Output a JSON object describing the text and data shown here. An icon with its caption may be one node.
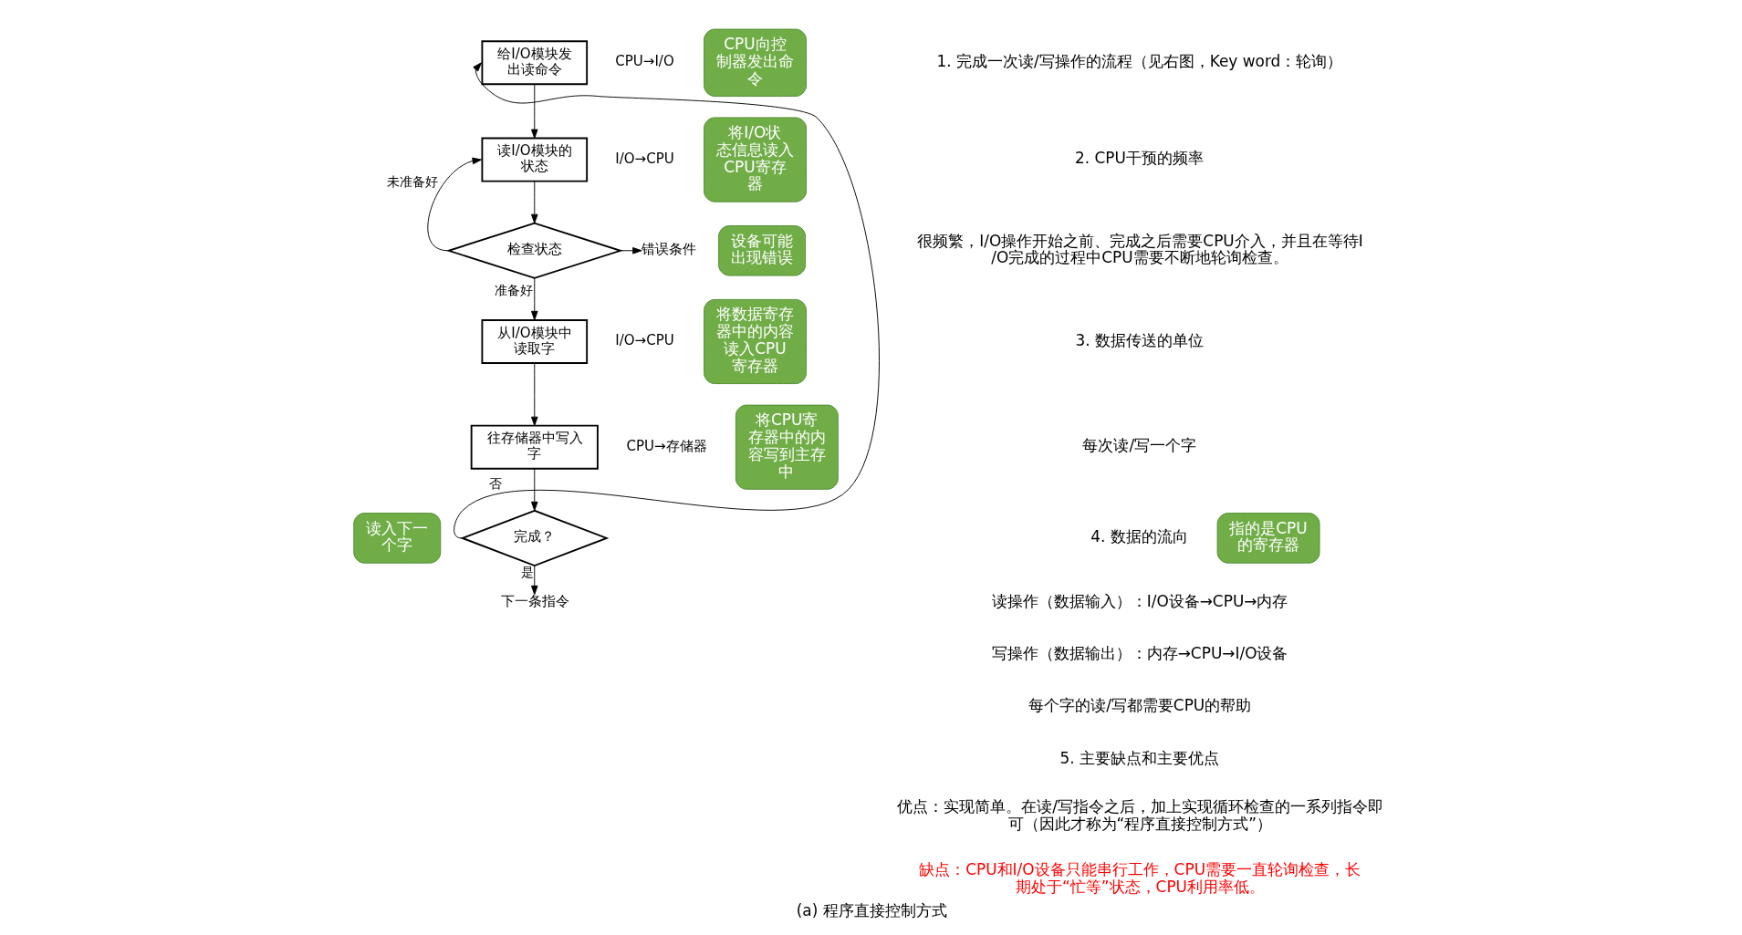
{
  "diagram": {
    "caption": "(a) 程序直接控制方式",
    "nodes": [
      {
        "text": [
          "给I/O模块发出读命令"
        ],
        "beside": [
          "CPU→I/O"
        ]
      },
      {
        "text": [
          "读I/O模块的状态"
        ],
        "beside": [
          "I/O→CPU"
        ]
      },
      {
        "text": [
          "检查状态"
        ]
      },
      {
        "text": [
          "从I/O模块中读取字"
        ],
        "beside": [
          "I/O→CPU"
        ]
      },
      {
        "text": [
          "往存储器中写入字"
        ],
        "beside": [
          "CPU→存储器"
        ]
      },
      {
        "text": [
          "完成？"
        ]
      },
      {
        "text": [
          "下一条指令"
        ]
      },
      {
        "text": [
          "错误条件"
        ]
      },
      {
        "text": [
          "CPU向控制器发出命令"
        ]
      },
      {
        "text": [
          "将I/O状态信息读入CPU寄存器"
        ]
      },
      {
        "text": [
          "设备可能出现错误"
        ]
      },
      {
        "text": [
          "将数据寄存器中的内容读入CPU寄存器"
        ]
      },
      {
        "text": [
          "将CPU寄存器中的内容写到主存中"
        ]
      },
      {
        "text": [
          "指的是CPU的寄存器"
        ]
      },
      {
        "text": [
          "读入下一个字"
        ]
      }
    ],
    "edges": [
      {
        "from": 0,
        "to": 1,
        "arrow": "to"
      },
      {
        "from": 1,
        "to": 2,
        "arrow": "to"
      },
      {
        "from": 2,
        "to": 1,
        "arrow": "to",
        "label": "未准备好"
      },
      {
        "from": 2,
        "to": 7,
        "arrow": "to"
      },
      {
        "from": 2,
        "to": 3,
        "arrow": "to",
        "label": "准备好"
      },
      {
        "from": 3,
        "to": 4,
        "arrow": "to"
      },
      {
        "from": 4,
        "to": 5,
        "arrow": "to"
      },
      {
        "from": 5,
        "to": 0,
        "arrow": "to",
        "label": "否"
      },
      {
        "from": 5,
        "to": 6,
        "arrow": "to",
        "label": "是"
      }
    ],
    "labels": [
      "1. 完成一次读/写操作的流程（见右图，Key word：轮询）",
      "2. CPU干预的频率",
      "很频繁，I/O操作开始之前、完成之后需要CPU介入，并且在等待I/O完成的过程中CPU需要不断地轮询检查。",
      "3. 数据传送的单位",
      "每次读/写一个字",
      "4. 数据的流向",
      "读操作（数据输入）：I/O设备→CPU→内存",
      "写操作（数据输出）：内存→CPU→I/O设备",
      "每个字的读/写都需要CPU的帮助",
      "5. 主要缺点和主要优点",
      "优点：实现简单。在读/写指令之后，加上实现循环检查的一系列指令即可（因此才称为“程序直接控制方式”）",
      "缺点：CPU和I/O设备只能串行工作，CPU需要一直轮询检查，长期处于“忙等”状态，CPU利用率低。"
    ]
  }
}
